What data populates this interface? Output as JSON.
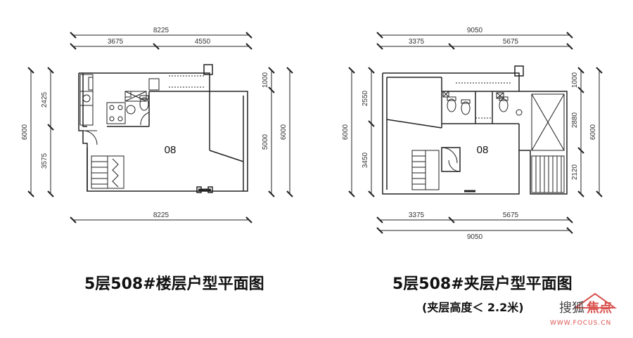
{
  "plans": [
    {
      "id": "floor",
      "room_label": "08",
      "dims_top": {
        "total": "8225",
        "parts": [
          "3675",
          "4550"
        ]
      },
      "dims_bottom": {
        "total": "8225"
      },
      "dims_left": {
        "total": "6000",
        "parts": [
          "2425",
          "3575"
        ]
      },
      "dims_right": {
        "total": "6000",
        "parts": [
          "1000",
          "5000"
        ]
      },
      "title": "5层508#楼层户型平面图"
    },
    {
      "id": "mezzanine",
      "room_label": "08",
      "dims_top": {
        "total": "9050",
        "parts": [
          "3375",
          "5675"
        ]
      },
      "dims_bottom": {
        "total": "9050",
        "parts": [
          "3375",
          "5675"
        ]
      },
      "dims_left": {
        "total": "6000",
        "parts": [
          "2550",
          "3450"
        ]
      },
      "dims_right": {
        "total": "6000",
        "parts": [
          "1000",
          "2880",
          "2120"
        ]
      },
      "title": "5层508#夹层户型平面图",
      "subtitle": "(夹层高度＜ 2.2米)"
    }
  ],
  "watermark": {
    "brand": "搜狐",
    "brand_accent": "焦点",
    "url": "WWW.FOCUS.CN"
  },
  "colors": {
    "line": "#222222",
    "watermark": "#d9534f"
  }
}
